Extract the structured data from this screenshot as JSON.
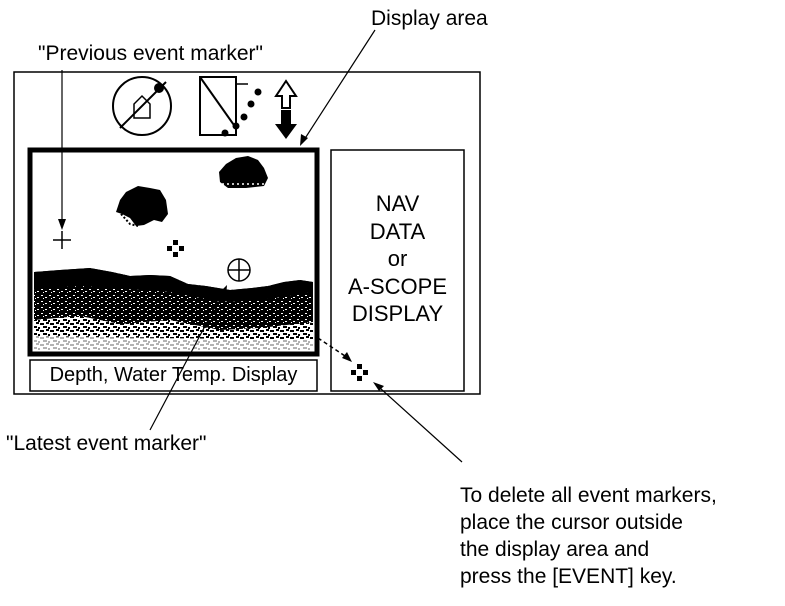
{
  "labels": {
    "display_area": "Display area",
    "previous_event_marker": "\"Previous event marker\"",
    "latest_event_marker": "\"Latest event marker\"",
    "depth_temp_display": "Depth, Water Temp. Display"
  },
  "side_panel": {
    "lines": [
      "NAV",
      "DATA",
      "or",
      "A-SCOPE",
      "DISPLAY"
    ]
  },
  "note": {
    "lines": [
      "To delete all event markers,",
      "place the cursor outside",
      "the display area and",
      "press the [EVENT] key."
    ]
  },
  "icons": [
    "ship-circle-icon",
    "dotted-plot-icon",
    "up-down-arrow-icon",
    "event-marker-icon",
    "crosshair-icon"
  ],
  "colors": {
    "ink": "#000000",
    "background": "#ffffff"
  }
}
